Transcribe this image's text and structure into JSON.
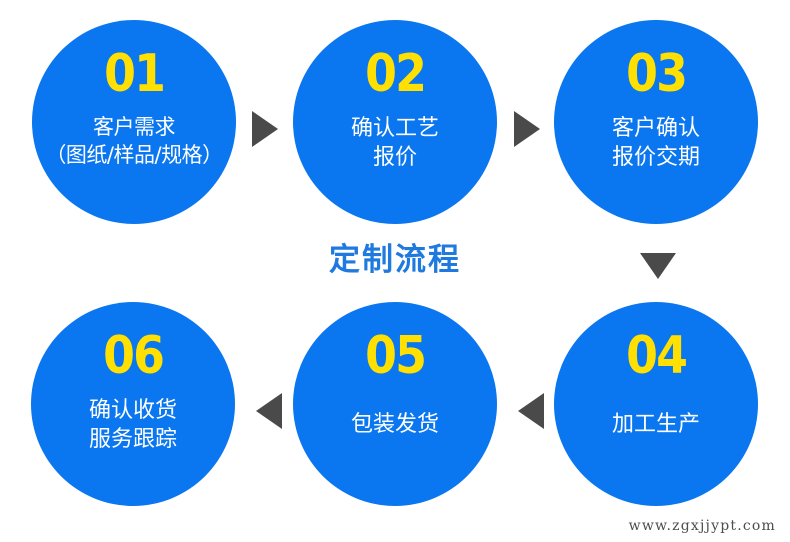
{
  "title": "定制流程",
  "accent_color": "#0a76f0",
  "number_color": "#ffe000",
  "label_color": "#ffffff",
  "arrow_color": "#4a4a4a",
  "title_color": "#1f7ae0",
  "background_color": "#ffffff",
  "steps": [
    {
      "number": "01",
      "label": "客户需求\n（图纸/样品/规格）",
      "lines": 2
    },
    {
      "number": "02",
      "label": "确认工艺\n报价",
      "lines": 2
    },
    {
      "number": "03",
      "label": "客户确认\n报价交期",
      "lines": 2
    },
    {
      "number": "04",
      "label": "加工生产",
      "lines": 1
    },
    {
      "number": "05",
      "label": "包装发货",
      "lines": 1
    },
    {
      "number": "06",
      "label": "确认收货\n服务跟踪",
      "lines": 2
    }
  ],
  "arrows": [
    {
      "name": "arrow-step1-to-step2",
      "direction": "right"
    },
    {
      "name": "arrow-step2-to-step3",
      "direction": "right"
    },
    {
      "name": "arrow-step3-to-step4",
      "direction": "down"
    },
    {
      "name": "arrow-step4-to-step5",
      "direction": "left"
    },
    {
      "name": "arrow-step5-to-step6",
      "direction": "left"
    }
  ],
  "watermark": "www.zgxjjypt.com"
}
